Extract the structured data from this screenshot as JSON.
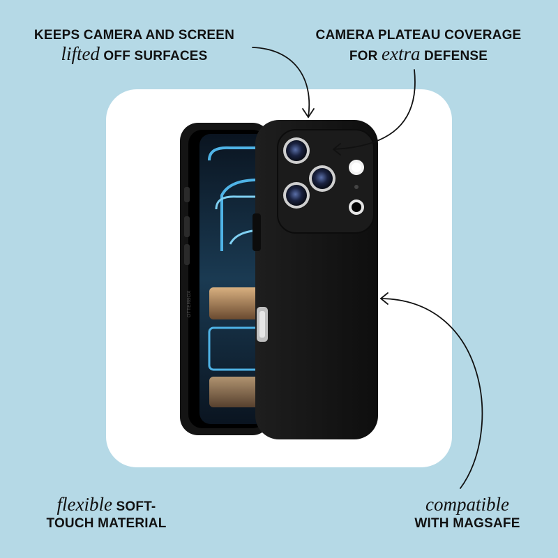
{
  "background_color": "#b5d9e6",
  "callouts": {
    "top_left": {
      "line1": "KEEPS CAMERA AND SCREEN",
      "script": "lifted",
      "rest": " OFF SURFACES"
    },
    "top_right": {
      "line1": "CAMERA PLATEAU COVERAGE",
      "pre": "FOR ",
      "script": "extra",
      "rest": " DEFENSE"
    },
    "bottom_left": {
      "script": "flexible",
      "rest": " SOFT-",
      "line2": "TOUCH MATERIAL"
    },
    "bottom_right": {
      "script": "compatible",
      "line2": "WITH MAGSAFE"
    }
  },
  "product": {
    "brand_text": "OTTERBOX",
    "case_color": "#151515"
  }
}
